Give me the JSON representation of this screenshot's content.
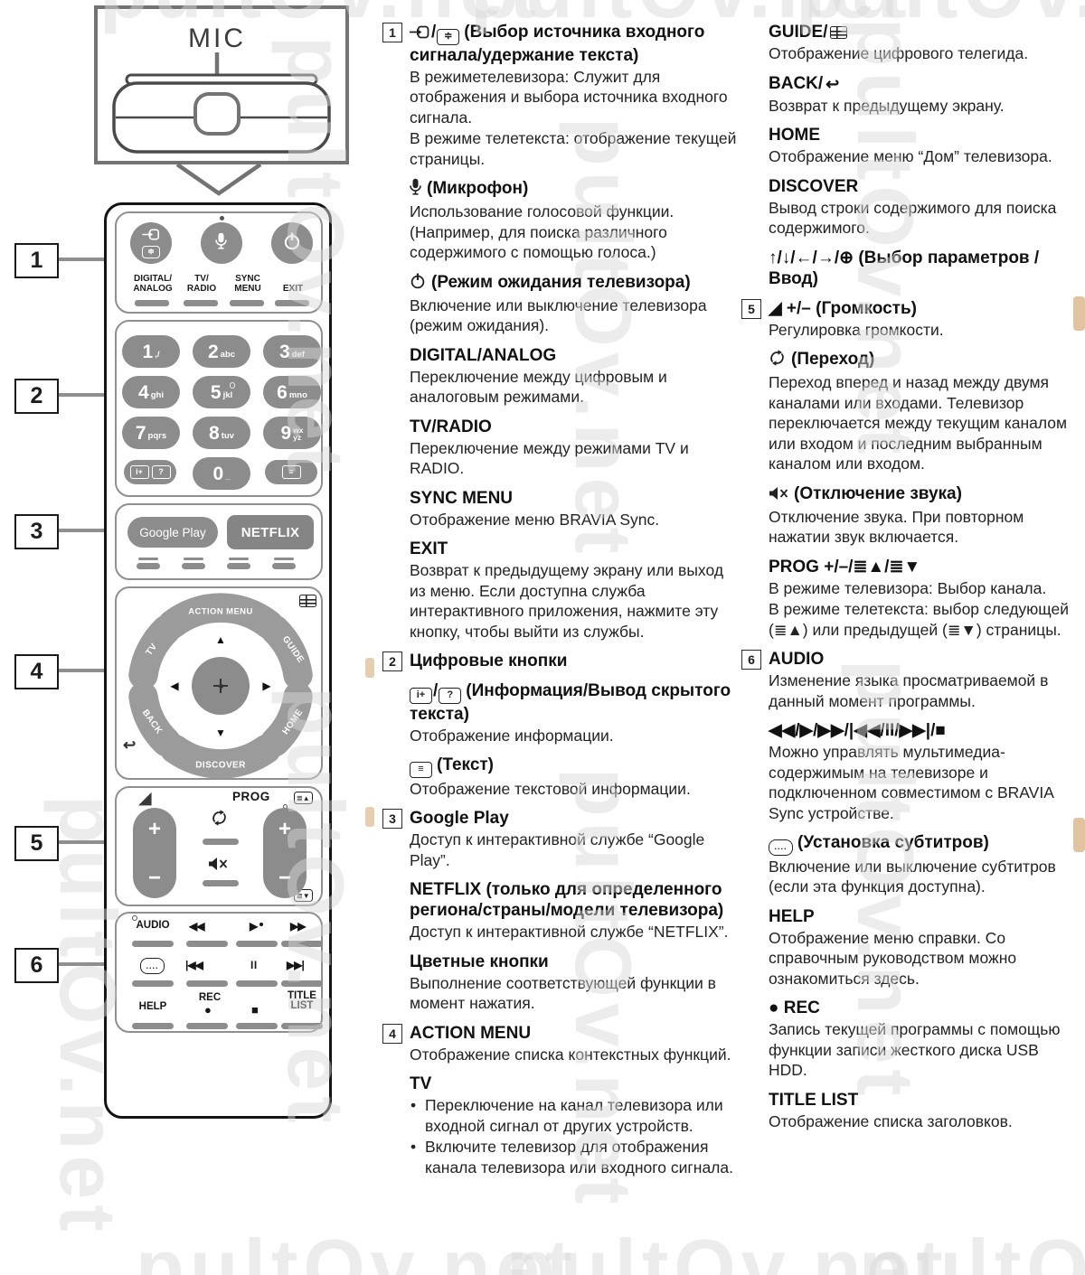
{
  "watermark": {
    "text": "pultOv.net"
  },
  "icon_glyphs": {
    "sep": "/",
    "text_hold": "≑",
    "info": "i+",
    "reveal": "?",
    "text": "≡",
    "subtitle": "....",
    "back": "↩"
  },
  "diagram": {
    "mic_label": "MIC",
    "callouts": [
      "1",
      "2",
      "3",
      "4",
      "5",
      "6"
    ]
  },
  "remote": {
    "top_labels": [
      "DIGITAL/\nANALOG",
      "TV/\nRADIO",
      "SYNC\nMENU",
      "EXIT"
    ],
    "digits": [
      {
        "d": "1",
        "s": ",/"
      },
      {
        "d": "2",
        "s": "abc"
      },
      {
        "d": "3",
        "s": "def"
      },
      {
        "d": "4",
        "s": "ghi"
      },
      {
        "d": "5",
        "s": "jkl",
        "led": true
      },
      {
        "d": "6",
        "s": "mno"
      },
      {
        "d": "7",
        "s": "pqrs"
      },
      {
        "d": "8",
        "s": "tuv"
      },
      {
        "d": "9",
        "s": "wx\nyz",
        "stack": true
      },
      {
        "d": "0",
        "s": "_"
      }
    ],
    "apps": {
      "google_play": "Google Play",
      "netflix": "NETFLIX"
    },
    "nav": {
      "action_menu": "ACTION MENU",
      "tv": "TV",
      "guide": "GUIDE",
      "home": "HOME",
      "discover": "DISCOVER",
      "back": "BACK",
      "up": "▲",
      "down": "▼",
      "left": "◀",
      "right": "▶"
    },
    "volume": {
      "label_prog": "PROG",
      "plus": "+",
      "minus": "−",
      "vol_icon": "◢",
      "page_up": "≣▲",
      "page_down": "≣▼"
    },
    "media": {
      "audio": "AUDIO",
      "rew": "◀◀",
      "play": "▶",
      "ff": "▶▶",
      "subtitle_dots": "....",
      "prev": "|◀◀",
      "pause": "II",
      "next": "▶▶|",
      "help": "HELP",
      "rec": "REC",
      "rec_dot": "●",
      "stop": "■",
      "title_list": "TITLE\nLIST"
    }
  },
  "col1": {
    "sections": [
      {
        "num": "1",
        "icons": [
          "input-select-icon",
          "text-hold-icon"
        ],
        "title": "(Выбор источника входного сигнала/удержание текста)",
        "body": [
          "В режиметелевизора: Служит для отображения и выбора источника входного сигнала.",
          "В режиме телетекста: отображение текущей страницы."
        ]
      },
      {
        "icons": [
          "mic-icon"
        ],
        "title": "(Микрофон)",
        "body": [
          "Использование голосовой функции. (Например, для поиска различного содержимого с помощью голоса.)"
        ]
      },
      {
        "icons": [
          "power-icon"
        ],
        "title": "(Режим ожидания телевизора)",
        "body": [
          "Включение или выключение телевизора (режим ожидания)."
        ]
      },
      {
        "title": "DIGITAL/ANALOG",
        "body": [
          "Переключение между цифровым и аналоговым режимами."
        ]
      },
      {
        "title": "TV/RADIO",
        "body": [
          "Переключение между режимами TV и RADIO."
        ]
      },
      {
        "title": "SYNC MENU",
        "body": [
          "Отображение меню BRAVIA Sync."
        ]
      },
      {
        "title": "EXIT",
        "body": [
          "Возврат к предыдущему экрану или выход из меню. Если доступна служба интерактивного приложения, нажмите эту кнопку, чтобы выйти из службы."
        ]
      },
      {
        "num": "2",
        "title": "Цифровые кнопки"
      },
      {
        "icons": [
          "info-icon",
          "reveal-icon"
        ],
        "title": "(Информация/Вывод скрытого текста)",
        "body": [
          "Отображение информации."
        ]
      },
      {
        "icons": [
          "text-icon"
        ],
        "title": "(Текст)",
        "body": [
          "Отображение текстовой информации."
        ]
      },
      {
        "num": "3",
        "title": "Google Play",
        "body": [
          "Доступ к интерактивной службе “Google Play”."
        ]
      },
      {
        "title": "NETFLIX (только для определенного региона/страны/модели телевизора)",
        "body": [
          "Доступ к интерактивной службе “NETFLIX”."
        ]
      },
      {
        "title": "Цветные кнопки",
        "body": [
          "Выполнение соответствующей функции в момент нажатия."
        ]
      },
      {
        "num": "4",
        "title": "ACTION MENU",
        "body": [
          "Отображение списка контекстных функций."
        ]
      },
      {
        "title": "TV",
        "bullets": [
          "Переключение на канал телевизора или входной сигнал от других устройств.",
          "Включите телевизор для отображения канала телевизора или входного сигнала."
        ]
      }
    ]
  },
  "col2": {
    "sections": [
      {
        "title": "GUIDE/",
        "icons_after": [
          "guide-icon"
        ],
        "body": [
          "Отображение цифрового телегида."
        ]
      },
      {
        "title": "BACK/",
        "icons_after": [
          "back-icon"
        ],
        "body": [
          "Возврат к предыдущему экрану."
        ]
      },
      {
        "title": "HOME",
        "body": [
          "Отображение меню “Дом” телевизора."
        ]
      },
      {
        "title": "DISCOVER",
        "body": [
          "Вывод строки содержимого для поиска содержимого."
        ]
      },
      {
        "title": "↑/↓/←/→/⊕ (Выбор параметров / Ввод)"
      },
      {
        "num": "5",
        "title": "◢ +/– (Громкость)",
        "body": [
          "Регулировка громкости."
        ]
      },
      {
        "icons": [
          "jump-icon"
        ],
        "title": "(Переход)",
        "body": [
          "Переход вперед и назад между двумя каналами или входами. Телевизор переключается между текущим каналом или входом и последним выбранным каналом или входом."
        ]
      },
      {
        "icons": [
          "mute-icon"
        ],
        "title": "(Отключение звука)",
        "body": [
          "Отключение звука. При повторном нажатии звук включается."
        ]
      },
      {
        "title": "PROG +/–/≣▲/≣▼",
        "body": [
          "В режиме телевизора: Выбор канала.",
          "В режиме телетекста: выбор следующей (≣▲) или предыдущей (≣▼) страницы."
        ]
      },
      {
        "num": "6",
        "title": "AUDIO",
        "body": [
          "Изменение языка просматриваемой в данный момент программы."
        ]
      },
      {
        "title": "◀◀/▶/▶▶/|◀◀/II/▶▶|/■",
        "body": [
          "Можно управлять мультимедиа-содержимым на телевизоре и подключенном совместимом с BRAVIA Sync устройстве."
        ]
      },
      {
        "icons": [
          "subtitle-icon"
        ],
        "title": "(Установка субтитров)",
        "body": [
          "Включение или выключение субтитров (если эта функция доступна)."
        ]
      },
      {
        "title": "HELP",
        "body": [
          "Отображение меню справки. Со справочным руководством можно ознакомиться здесь."
        ]
      },
      {
        "title": "● REC",
        "body": [
          "Запись текущей программы с помощью функции записи жесткого диска USB HDD."
        ]
      },
      {
        "title": "TITLE LIST",
        "body": [
          "Отображение списка заголовков."
        ]
      }
    ]
  }
}
